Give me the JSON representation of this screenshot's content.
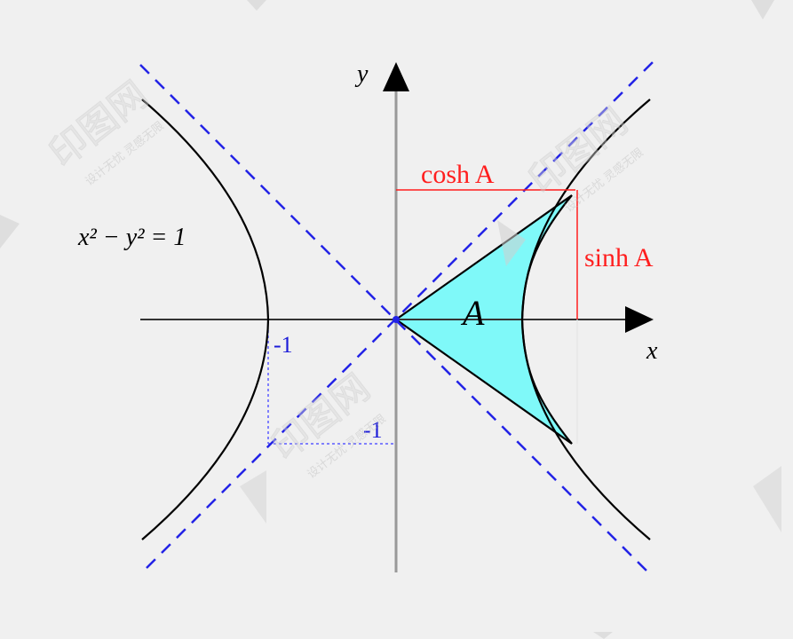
{
  "diagram": {
    "labels": {
      "y_axis": "y",
      "x_axis": "x",
      "cosh": "cosh A",
      "sinh": "sinh A",
      "area": "A",
      "equation": "x² − y² = 1",
      "x_intercept": "-1",
      "y_tick": "-1"
    },
    "watermark": {
      "brand": "印图网",
      "slogan": "设计无忧 灵感无限"
    },
    "colors": {
      "background": "#f0f0f0",
      "hyperbola": "#000000",
      "asymptote": "#2323e6",
      "construction": "#ff1e1e",
      "area_fill": "#7ff9f9",
      "axis": "#999999",
      "x_axis": "#333333",
      "guide": "#3b3bff"
    }
  }
}
